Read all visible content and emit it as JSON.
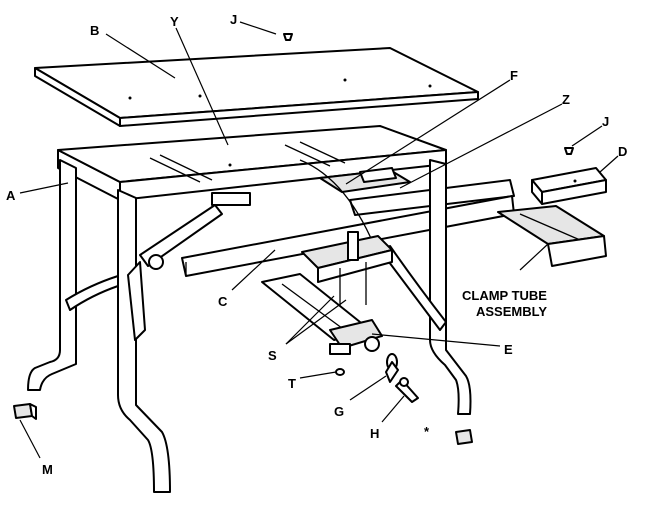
{
  "labels": {
    "A": "A",
    "B": "B",
    "C": "C",
    "D": "D",
    "E": "E",
    "F": "F",
    "G": "G",
    "H": "H",
    "J1": "J",
    "J2": "J",
    "M": "M",
    "S": "S",
    "T": "T",
    "Y": "Y",
    "Z": "Z",
    "clamp_line1": "CLAMP TUBE",
    "clamp_line2": "ASSEMBLY",
    "asterisk": "*"
  }
}
